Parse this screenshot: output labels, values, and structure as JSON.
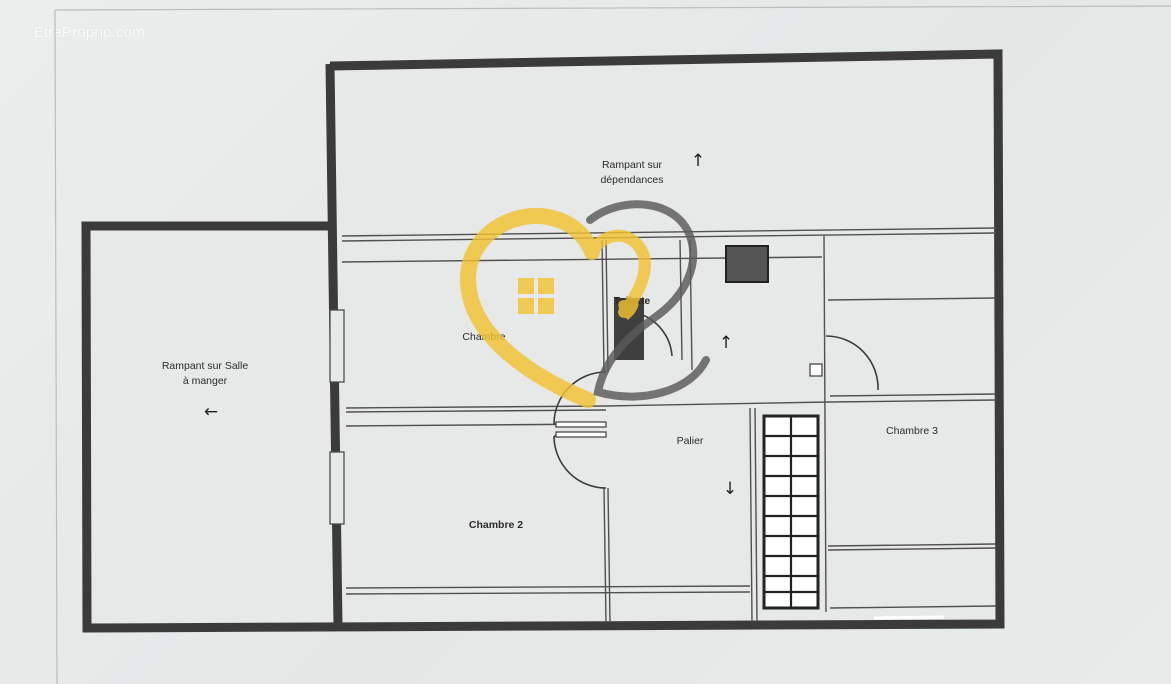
{
  "watermark": {
    "text": "© EtreProprio.com"
  },
  "rooms": {
    "attic_outbuildings": "Rampant sur",
    "attic_outbuildings_line2": "dépendances",
    "attic_dining_line1": "Rampant sur Salle",
    "attic_dining_line2": "à manger",
    "bedroom": "Chambre",
    "toilet": "Toilette",
    "bedroom2": "Chambre 2",
    "landing": "Palier",
    "bedroom3": "Chambre 3"
  },
  "arrows": {
    "outbuildings": "↑",
    "dining": "←",
    "hall": "↑",
    "landing": "↓"
  },
  "colors": {
    "wall": "#3a3a3a",
    "line": "#4a4a4a",
    "floor": "#e7eae8",
    "logo_yellow": "#f1c232",
    "logo_gray": "#5a5a5a"
  }
}
